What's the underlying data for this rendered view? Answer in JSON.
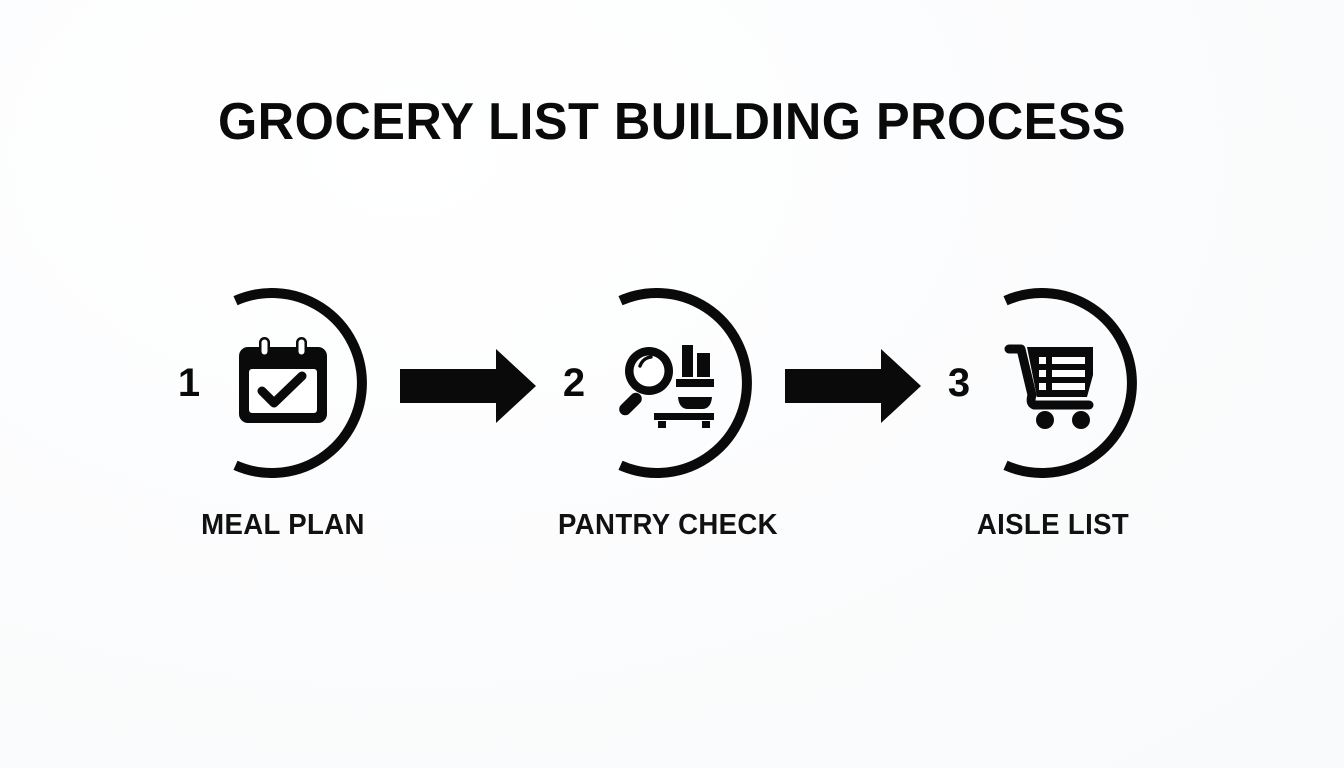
{
  "page": {
    "title": "GROCERY LIST BUILDING PROCESS",
    "background_color": "#fbfcfd",
    "ink_color": "#0a0a0a"
  },
  "steps": [
    {
      "number": "1",
      "label": "MEAL PLAN",
      "icon": "calendar-check-icon"
    },
    {
      "number": "2",
      "label": "PANTRY CHECK",
      "icon": "magnifier-pantry-shelf-icon"
    },
    {
      "number": "3",
      "label": "AISLE LIST",
      "icon": "shopping-cart-checklist-icon"
    }
  ],
  "connectors": [
    {
      "name": "arrow-step1-to-step2",
      "direction": "right"
    },
    {
      "name": "arrow-step2-to-step3",
      "direction": "right"
    }
  ],
  "chart_data": {
    "type": "diagram",
    "diagram_kind": "linear-process-flow",
    "title": "GROCERY LIST BUILDING PROCESS",
    "orientation": "horizontal",
    "node_count": 3,
    "nodes": [
      {
        "order": 1,
        "number": "1",
        "label": "MEAL PLAN",
        "icon": "calendar-check-icon"
      },
      {
        "order": 2,
        "number": "2",
        "label": "PANTRY CHECK",
        "icon": "magnifier-pantry-shelf-icon"
      },
      {
        "order": 3,
        "number": "3",
        "label": "AISLE LIST",
        "icon": "shopping-cart-checklist-icon"
      }
    ],
    "edges": [
      {
        "from": "MEAL PLAN",
        "to": "PANTRY CHECK",
        "style": "solid-block-arrow"
      },
      {
        "from": "PANTRY CHECK",
        "to": "AISLE LIST",
        "style": "solid-block-arrow"
      }
    ],
    "legend": [],
    "annotations": []
  }
}
